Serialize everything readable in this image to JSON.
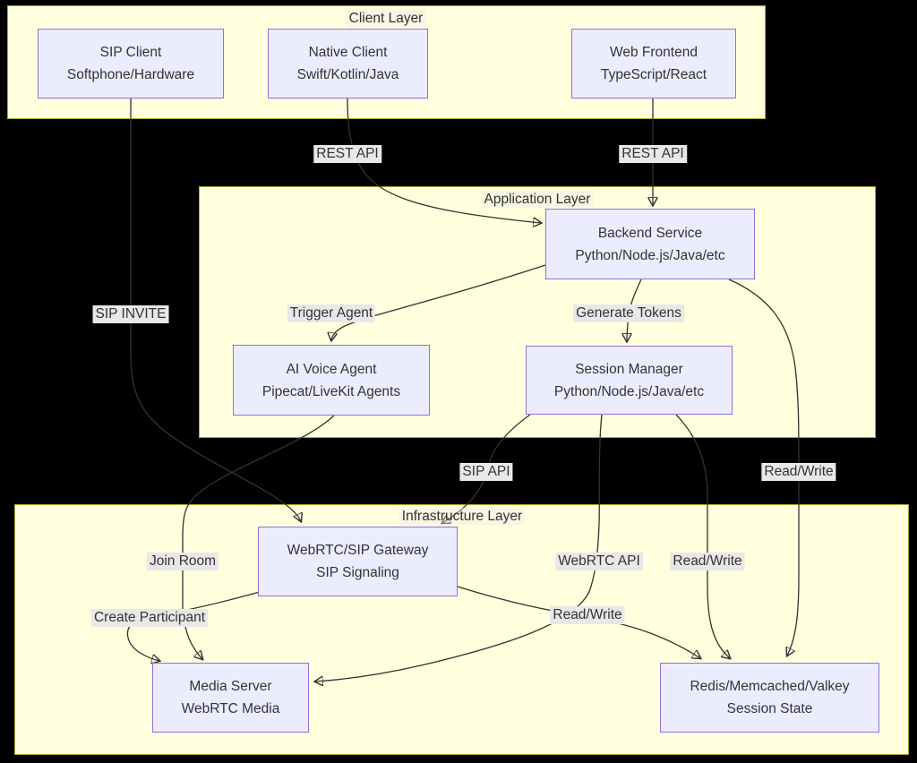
{
  "diagram": {
    "type": "flowchart",
    "background": "#000000",
    "colors": {
      "cluster_fill": "#ffffde",
      "cluster_border": "#aaaa33",
      "node_fill": "#ececff",
      "node_border": "#9370db",
      "edge_color": "#333333",
      "edge_label_bg": "#e8e8e8",
      "text": "#333333"
    },
    "clusters": [
      {
        "id": "client",
        "title": "Client Layer"
      },
      {
        "id": "application",
        "title": "Application Layer"
      },
      {
        "id": "infrastructure",
        "title": "Infrastructure Layer"
      }
    ],
    "nodes": [
      {
        "id": "sip-client",
        "line1": "SIP Client",
        "line2": "Softphone/Hardware"
      },
      {
        "id": "native-client",
        "line1": "Native Client",
        "line2": "Swift/Kotlin/Java"
      },
      {
        "id": "web-frontend",
        "line1": "Web Frontend",
        "line2": "TypeScript/React"
      },
      {
        "id": "backend-service",
        "line1": "Backend Service",
        "line2": "Python/Node.js/Java/etc"
      },
      {
        "id": "ai-voice-agent",
        "line1": "AI Voice Agent",
        "line2": "Pipecat/LiveKit Agents"
      },
      {
        "id": "session-manager",
        "line1": "Session Manager",
        "line2": "Python/Node.js/Java/etc"
      },
      {
        "id": "webrtc-sip-gateway",
        "line1": "WebRTC/SIP Gateway",
        "line2": "SIP Signaling"
      },
      {
        "id": "media-server",
        "line1": "Media Server",
        "line2": "WebRTC Media"
      },
      {
        "id": "redis",
        "line1": "Redis/Memcached/Valkey",
        "line2": "Session State"
      }
    ],
    "edge_labels": [
      {
        "id": "rest-api-native",
        "text": "REST API"
      },
      {
        "id": "rest-api-web",
        "text": "REST API"
      },
      {
        "id": "sip-invite",
        "text": "SIP INVITE"
      },
      {
        "id": "trigger-agent",
        "text": "Trigger Agent"
      },
      {
        "id": "generate-tokens",
        "text": "Generate Tokens"
      },
      {
        "id": "read-write-backend",
        "text": "Read/Write"
      },
      {
        "id": "sip-api",
        "text": "SIP API"
      },
      {
        "id": "join-room",
        "text": "Join Room"
      },
      {
        "id": "webrtc-api",
        "text": "WebRTC API"
      },
      {
        "id": "read-write-session",
        "text": "Read/Write"
      },
      {
        "id": "create-participant",
        "text": "Create Participant"
      },
      {
        "id": "read-write-gateway",
        "text": "Read/Write"
      }
    ],
    "edges": [
      {
        "from": "SIP Client",
        "label": "SIP INVITE",
        "to": "WebRTC/SIP Gateway"
      },
      {
        "from": "Native Client",
        "label": "REST API",
        "to": "Backend Service"
      },
      {
        "from": "Web Frontend",
        "label": "REST API",
        "to": "Backend Service"
      },
      {
        "from": "Backend Service",
        "label": "Trigger Agent",
        "to": "AI Voice Agent"
      },
      {
        "from": "Backend Service",
        "label": "Generate Tokens",
        "to": "Session Manager"
      },
      {
        "from": "Backend Service",
        "label": "Read/Write",
        "to": "Redis/Memcached/Valkey"
      },
      {
        "from": "AI Voice Agent",
        "label": "Join Room",
        "to": "Media Server"
      },
      {
        "from": "WebRTC/SIP Gateway",
        "label": "Create Participant",
        "to": "Media Server"
      },
      {
        "from": "WebRTC/SIP Gateway",
        "label": "Read/Write",
        "to": "Redis/Memcached/Valkey"
      },
      {
        "from": "Session Manager",
        "label": "SIP API",
        "to": "WebRTC/SIP Gateway"
      },
      {
        "from": "Session Manager",
        "label": "WebRTC API",
        "to": "Media Server"
      },
      {
        "from": "Session Manager",
        "label": "Read/Write",
        "to": "Redis/Memcached/Valkey"
      }
    ]
  }
}
